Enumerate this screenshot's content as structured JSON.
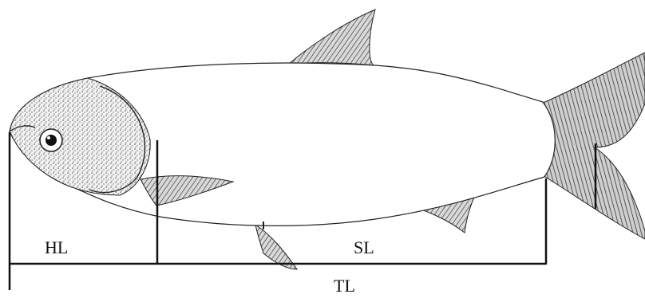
{
  "figure": {
    "subject_icon": "fish-illustration-icon",
    "labels": {
      "hl": "HL",
      "sl": "SL",
      "tl": "TL"
    },
    "colors": {
      "ink": "#111111",
      "body_fill": "#ffffff",
      "fin_shade": "#6b6b6b",
      "head_stipple": "#4a4a4a"
    }
  }
}
